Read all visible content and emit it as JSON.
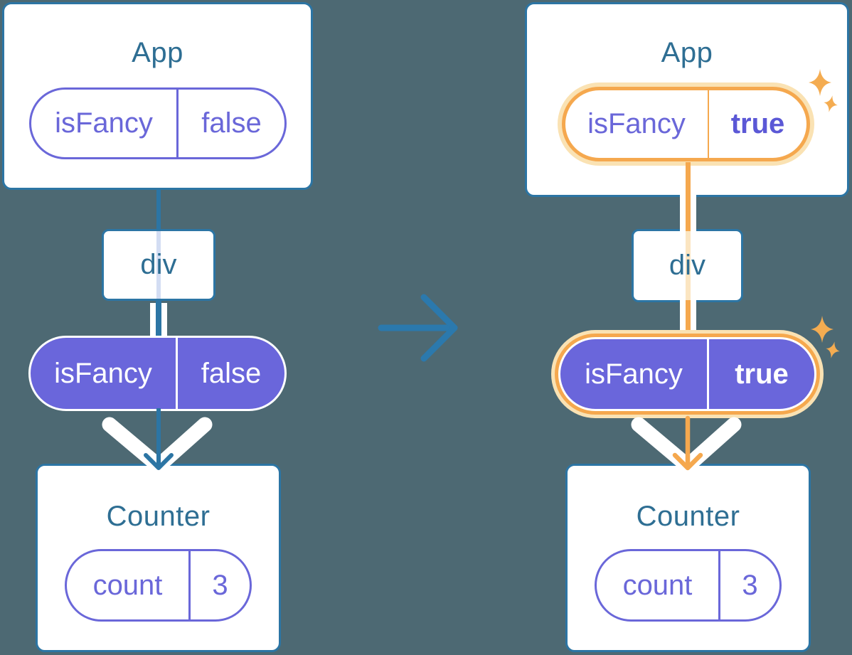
{
  "colors": {
    "background": "#4D6973",
    "node_border_blue": "#2C75A4",
    "node_title_blue": "#2E6E93",
    "state_purple": "#6A67D9",
    "prop_fill_purple": "#6A66DB",
    "highlight_orange": "#F5A84E",
    "highlight_orange_light": "#FAE2B3",
    "transition_arrow_blue": "#2B79AD",
    "thread_lavender": "#D3DDF3",
    "thread_peach": "#FBE5C1",
    "white": "#FFFFFF"
  },
  "left_tree": {
    "app": {
      "title": "App",
      "state_key": "isFancy",
      "state_value": "false"
    },
    "div": {
      "label": "div"
    },
    "prop": {
      "key": "isFancy",
      "value": "false"
    },
    "counter": {
      "title": "Counter",
      "state_key": "count",
      "state_value": "3"
    }
  },
  "right_tree": {
    "app": {
      "title": "App",
      "state_key": "isFancy",
      "state_value": "true"
    },
    "div": {
      "label": "div"
    },
    "prop": {
      "key": "isFancy",
      "value": "true"
    },
    "counter": {
      "title": "Counter",
      "state_key": "count",
      "state_value": "3"
    }
  }
}
